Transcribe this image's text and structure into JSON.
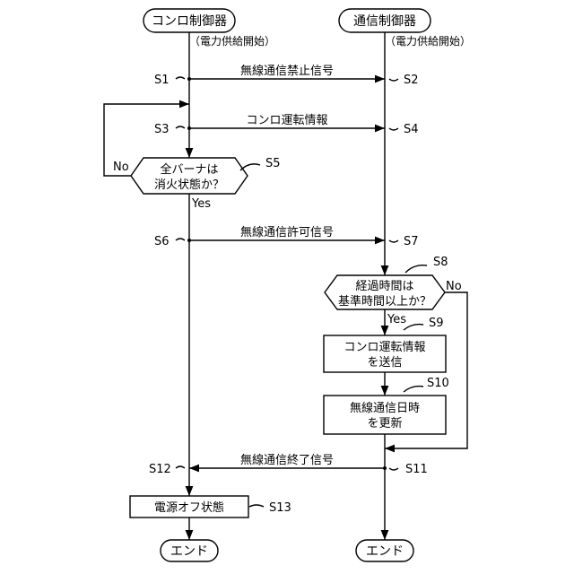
{
  "lanes": {
    "left": {
      "title": "コンロ制御器",
      "sub": "（電力供給開始）",
      "end": "エンド"
    },
    "right": {
      "title": "通信制御器",
      "sub": "（電力供給開始）",
      "end": "エンド"
    }
  },
  "messages": {
    "m1": "無線通信禁止信号",
    "m2": "コンロ運転情報",
    "m3": "無線通信許可信号",
    "m4": "無線通信終了信号"
  },
  "steps": {
    "s1": "S1",
    "s2": "S2",
    "s3": "S3",
    "s4": "S4",
    "s5": "S5",
    "s6": "S6",
    "s7": "S7",
    "s8": "S8",
    "s9": "S9",
    "s10": "S10",
    "s11": "S11",
    "s12": "S12",
    "s13": "S13"
  },
  "decisions": {
    "d1": {
      "line1": "全バーナは",
      "line2": "消火状態か？",
      "no": "No",
      "yes": "Yes"
    },
    "d2": {
      "line1": "経過時間は",
      "line2": "基準時間以上か？",
      "no": "No",
      "yes": "Yes"
    }
  },
  "processes": {
    "p9": {
      "line1": "コンロ運転情報",
      "line2": "を送信"
    },
    "p10": {
      "line1": "無線通信日時",
      "line2": "を更新"
    },
    "p13": {
      "line1": "電源オフ状態"
    }
  }
}
